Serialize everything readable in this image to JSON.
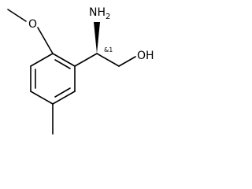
{
  "molecule": {
    "atoms": {
      "methoxy_o": "O",
      "amine": "NH",
      "amine_h_count": "2",
      "hydroxyl": "OH"
    },
    "stereo_label": "&1"
  },
  "colors": {
    "bond": "#000000",
    "background": "#ffffff"
  }
}
